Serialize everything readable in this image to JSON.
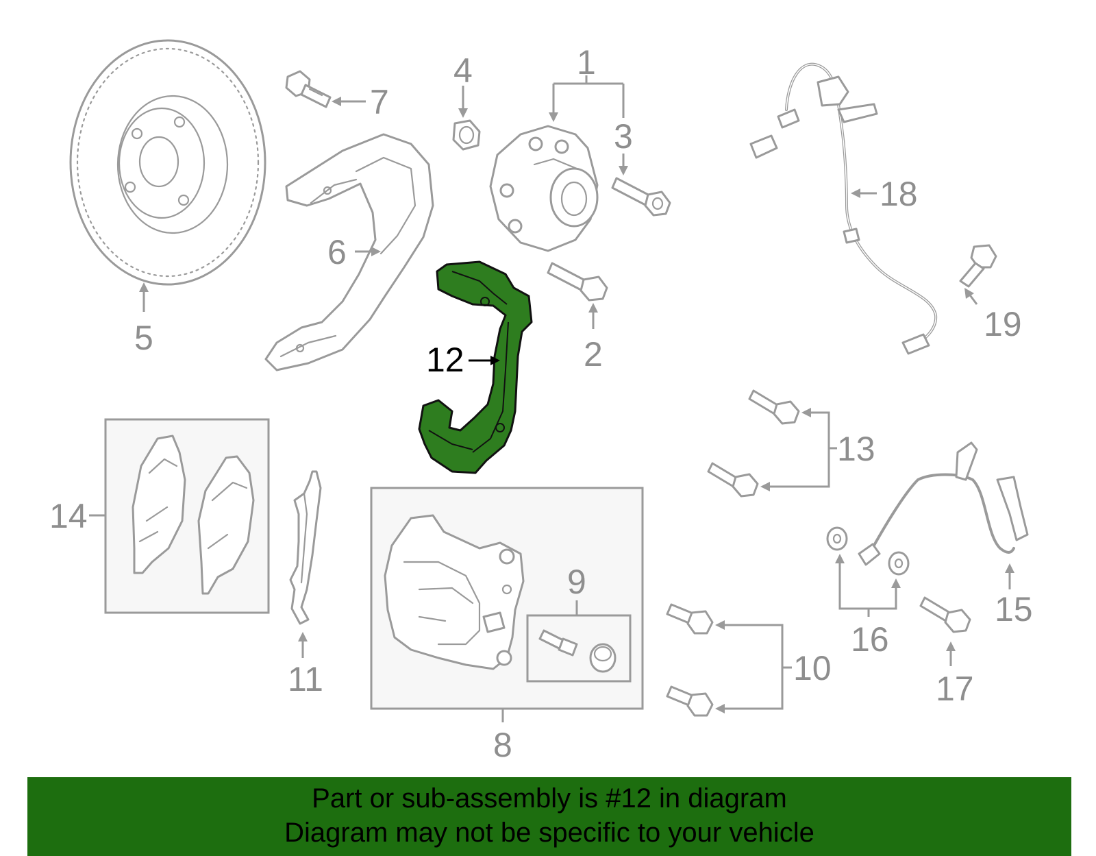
{
  "callouts": {
    "c1": "1",
    "c2": "2",
    "c3": "3",
    "c4": "4",
    "c5": "5",
    "c6": "6",
    "c7": "7",
    "c8": "8",
    "c9": "9",
    "c10": "10",
    "c11": "11",
    "c12": "12",
    "c13": "13",
    "c14": "14",
    "c15": "15",
    "c16": "16",
    "c17": "17",
    "c18": "18",
    "c19": "19"
  },
  "highlighted_part": "12",
  "colors": {
    "highlight": "#2e7d1f",
    "banner": "#1d6e0f",
    "outline": "#9a9a9a"
  },
  "banner": {
    "line1": "Part or sub-assembly is #12 in diagram",
    "line2": "Diagram may not be specific to your vehicle"
  }
}
